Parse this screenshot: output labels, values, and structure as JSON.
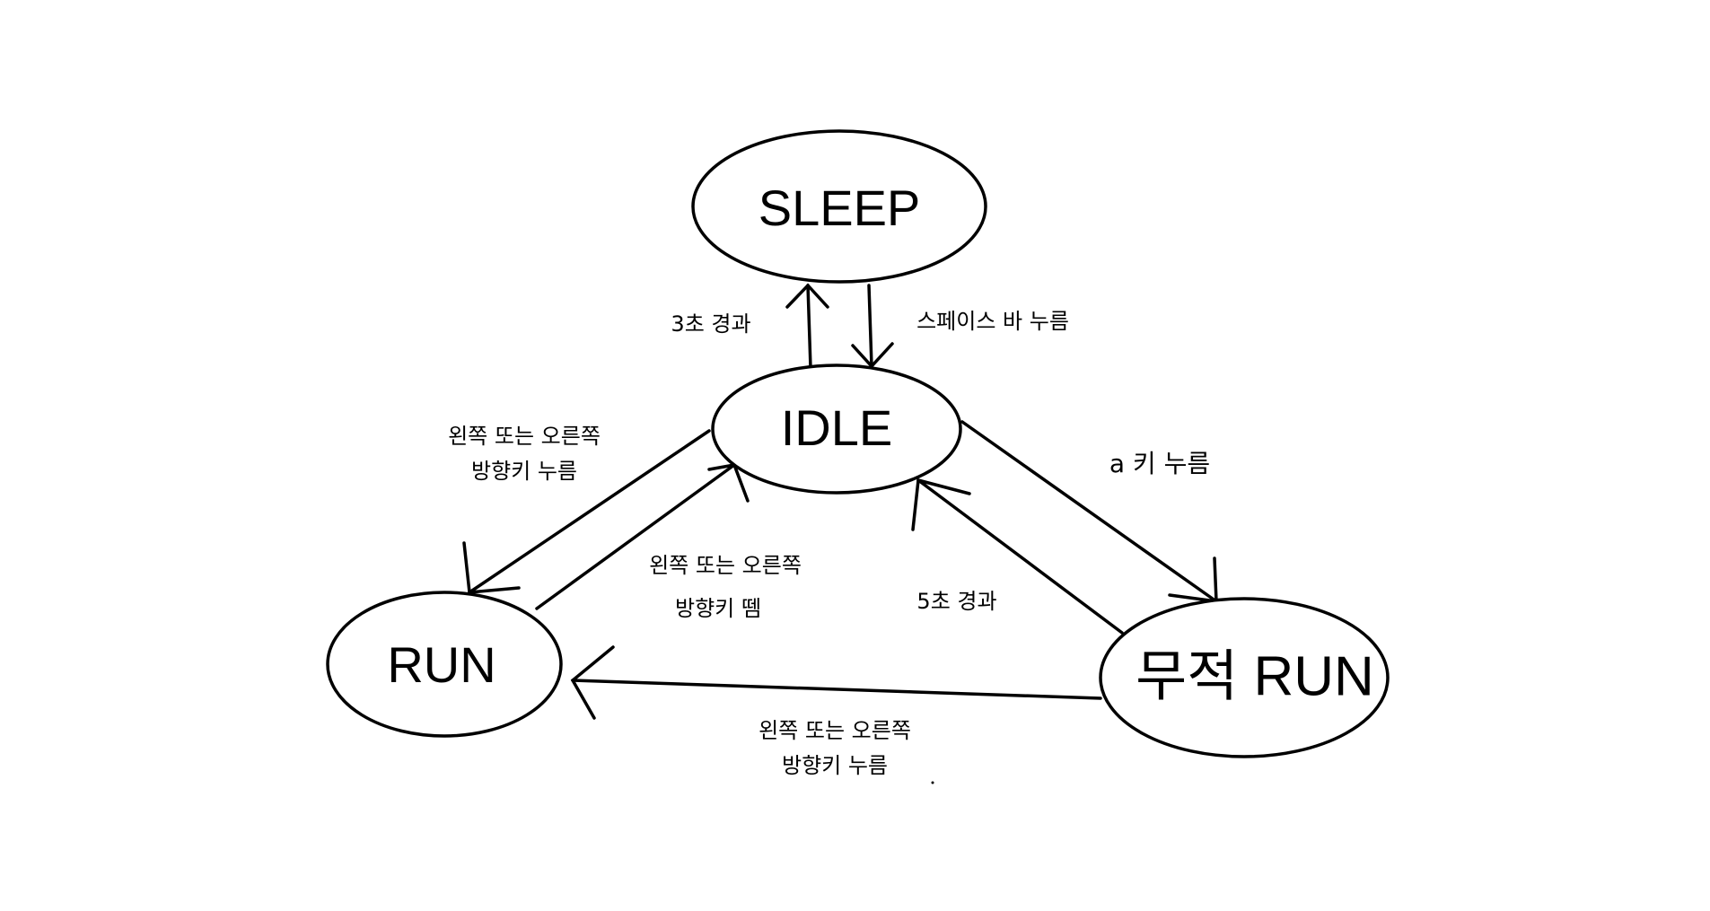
{
  "diagram": {
    "type": "state-diagram",
    "stroke_color": "#000000",
    "background": "#ffffff",
    "states": {
      "sleep": {
        "label": "SLEEP"
      },
      "idle": {
        "label": "IDLE"
      },
      "run": {
        "label": "RUN"
      },
      "invincible_run": {
        "label": "무적 RUN"
      }
    },
    "transitions": [
      {
        "id": "idle_to_sleep",
        "from": "IDLE",
        "to": "SLEEP",
        "lines": [
          "3초 경과"
        ]
      },
      {
        "id": "sleep_to_idle",
        "from": "SLEEP",
        "to": "IDLE",
        "lines": [
          "스페이스 바 누름"
        ]
      },
      {
        "id": "idle_to_run",
        "from": "IDLE",
        "to": "RUN",
        "lines": [
          "왼쪽 또는 오른쪽",
          "방향키 누름"
        ]
      },
      {
        "id": "run_to_idle",
        "from": "RUN",
        "to": "IDLE",
        "lines": [
          "왼쪽 또는 오른쪽",
          "방향키 뗌"
        ]
      },
      {
        "id": "idle_to_invincible",
        "from": "IDLE",
        "to": "무적 RUN",
        "lines": [
          "a 키 누름"
        ]
      },
      {
        "id": "invincible_to_idle",
        "from": "무적 RUN",
        "to": "IDLE",
        "lines": [
          "5초 경과"
        ]
      },
      {
        "id": "invincible_to_run",
        "from": "무적 RUN",
        "to": "RUN",
        "lines": [
          "왼쪽 또는 오른쪽",
          "방향키 누름"
        ]
      }
    ]
  }
}
